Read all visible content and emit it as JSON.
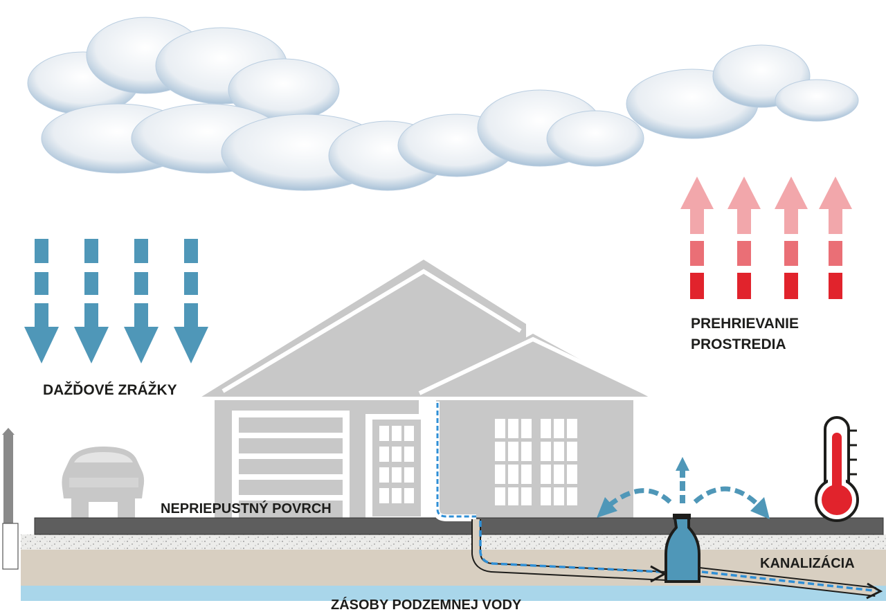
{
  "labels": {
    "rainfall": "DAŽĎOVÉ ZRÁŽKY",
    "overheating_line1": "PREHRIEVANIE",
    "overheating_line2": "PROSTREDIA",
    "impermeable_surface": "NEPRIEPUSTNÝ POVRCH",
    "sewer": "KANALIZÁCIA",
    "groundwater": "ZÁSOBY PODZEMNEJ VODY"
  },
  "icons": {
    "rain": "down-arrow-icon",
    "heat": "up-arrow-icon",
    "thermometer": "thermometer-icon",
    "car": "car-icon",
    "house": "house-icon",
    "cloud": "cloud-icon",
    "overflow": "overflow-arrow-icon"
  },
  "colors": {
    "rain_blue": "#4f97b8",
    "water_line": "#2f8fd6",
    "heat_light": "#f2a7ab",
    "heat_mid": "#ea6f76",
    "heat_dark": "#e1232c",
    "house_gray": "#c8c8c8",
    "asphalt": "#5e5e5e",
    "soil": "#d8cfc1",
    "groundwater": "#a9d6ea"
  }
}
